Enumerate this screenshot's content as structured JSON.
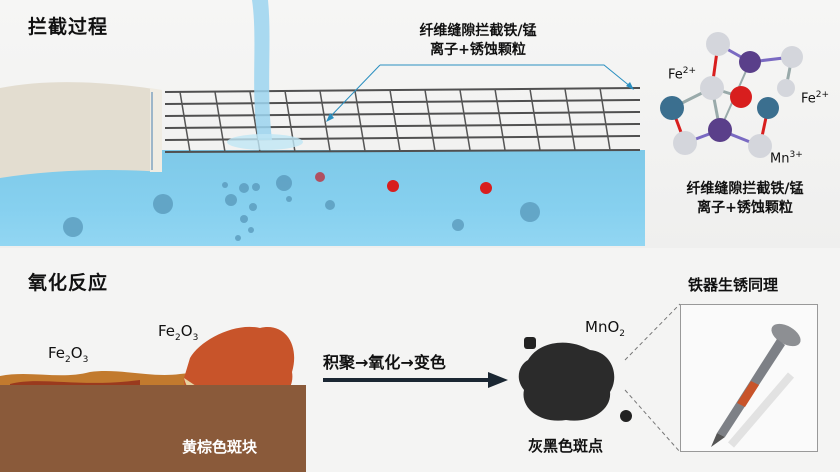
{
  "top_section": {
    "title": "拦截过程",
    "callout_line1": "纤维缝隙拦截铁/锰",
    "callout_line2": "离子+锈蚀颗粒",
    "molecule_caption_line1": "纤维缝隙拦截铁/锰",
    "molecule_caption_line2": "离子+锈蚀颗粒",
    "ion_labels": [
      {
        "base": "Fe",
        "sup": "2+"
      },
      {
        "base": "Fe",
        "sup": "2+"
      },
      {
        "base": "Mn",
        "sup": "3+"
      }
    ]
  },
  "bottom_section": {
    "title": "氧化反应",
    "left_chem_1": {
      "base": "Fe",
      "sub": "2",
      "mid": "O",
      "sub2": "3"
    },
    "left_chem_2": {
      "base": "Fe",
      "sub": "2",
      "mid": "O",
      "sub2": "3"
    },
    "left_caption": "黄棕色斑块",
    "process_label": "积聚→氧化→变色",
    "right_chem": {
      "base": "MnO",
      "sub": "2"
    },
    "right_caption": "灰黑色斑点",
    "nail_title": "铁器生锈同理"
  },
  "colors": {
    "water": "#86d0ef",
    "mesh": "#4a4a4a",
    "fe_red": "#d81e1e",
    "mn_purple": "#5a3f8a",
    "fe_teal": "#3b6f8f",
    "soil": "#8a5a3a",
    "rust": "#c8542a",
    "arrow_dark": "#1b2733",
    "callout_line": "#2a8fc0"
  }
}
